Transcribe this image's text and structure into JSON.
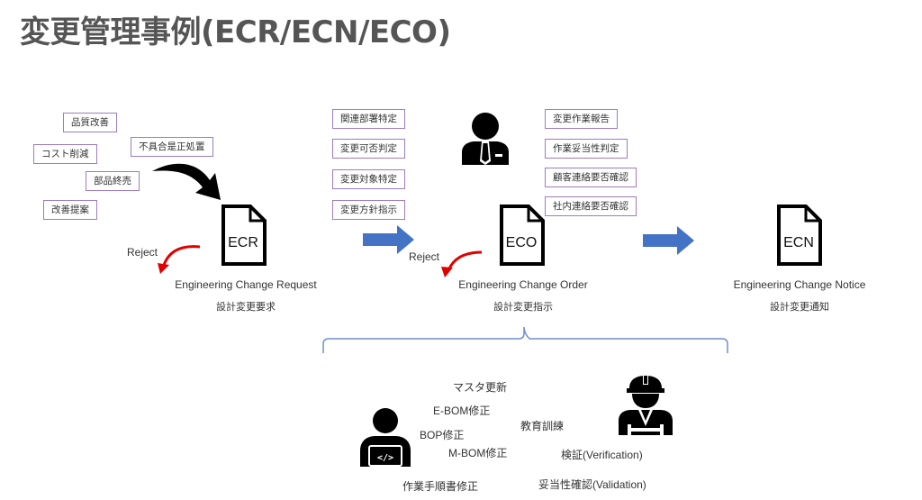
{
  "title": "変更管理事例(ECR/ECN/ECO)",
  "ecr": {
    "doc_label": "ECR",
    "name_en": "Engineering Change Request",
    "name_jp": "設計変更要求",
    "reject_label": "Reject",
    "triggers": [
      "品質改善",
      "コスト削減",
      "不具合是正処置",
      "部品終売",
      "改善提案"
    ]
  },
  "eco": {
    "doc_label": "ECO",
    "name_en": "Engineering Change Order",
    "name_jp": "設計変更指示",
    "reject_label": "Reject",
    "left_tasks": [
      "関連部署特定",
      "変更可否判定",
      "変更対象特定",
      "変更方針指示"
    ],
    "right_tasks": [
      "変更作業報告",
      "作業妥当性判定",
      "顧客連絡要否確認",
      "社内連絡要否確認"
    ]
  },
  "ecn": {
    "doc_label": "ECN",
    "name_en": "Engineering Change Notice",
    "name_jp": "設計変更通知"
  },
  "work_items": {
    "master_update": "マスタ更新",
    "ebom_fix": "E-BOM修正",
    "bop_fix": "BOP修正",
    "mbom_fix": "M-BOM修正",
    "work_procedure_fix": "作業手順書修正",
    "training": "教育訓練",
    "verification": "検証(Verification)",
    "validation": "妥当性確認(Validation)"
  },
  "colors": {
    "tag_border": "#9e7cc0",
    "flow_arrow": "#4472c4",
    "reject_arrow": "#e00000",
    "brace": "#6f8fce",
    "title": "#555555"
  }
}
